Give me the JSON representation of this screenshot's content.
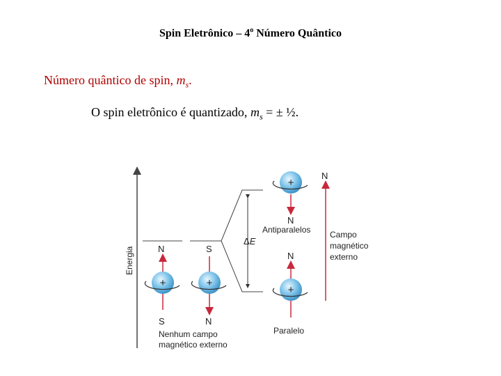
{
  "title": {
    "prefix": "Spin Eletrônico – 4",
    "sup": "o",
    "suffix": " Número Quântico"
  },
  "line1": {
    "text": "Número quântico de spin, ",
    "var": "m",
    "sub": "s",
    "end": "."
  },
  "line2": {
    "text": "O spin eletrônico é quantizado, ",
    "var": "m",
    "sub": "s",
    "end": " = ± ½."
  },
  "diagram": {
    "energy_label": "Energia",
    "left_top_labels": [
      "N",
      "S"
    ],
    "left_bottom_labels": [
      "S",
      "N"
    ],
    "no_field_label_1": "Nenhum campo",
    "no_field_label_2": "magnético externo",
    "delta_e_symbol": "Δ",
    "delta_e_var": "E",
    "top_N": "N",
    "antiparallel_label": "Antiparalelos",
    "mid_N": "N",
    "parallel_label": "Paralelo",
    "field_N": "N",
    "external_field_1": "Campo",
    "external_field_2": "magnético",
    "external_field_3": "externo",
    "plus": "+",
    "colors": {
      "sphere": "#7fc4ea",
      "sphere_dark": "#3d93c8",
      "arrow": "#c8283c",
      "axis": "#444444"
    }
  }
}
